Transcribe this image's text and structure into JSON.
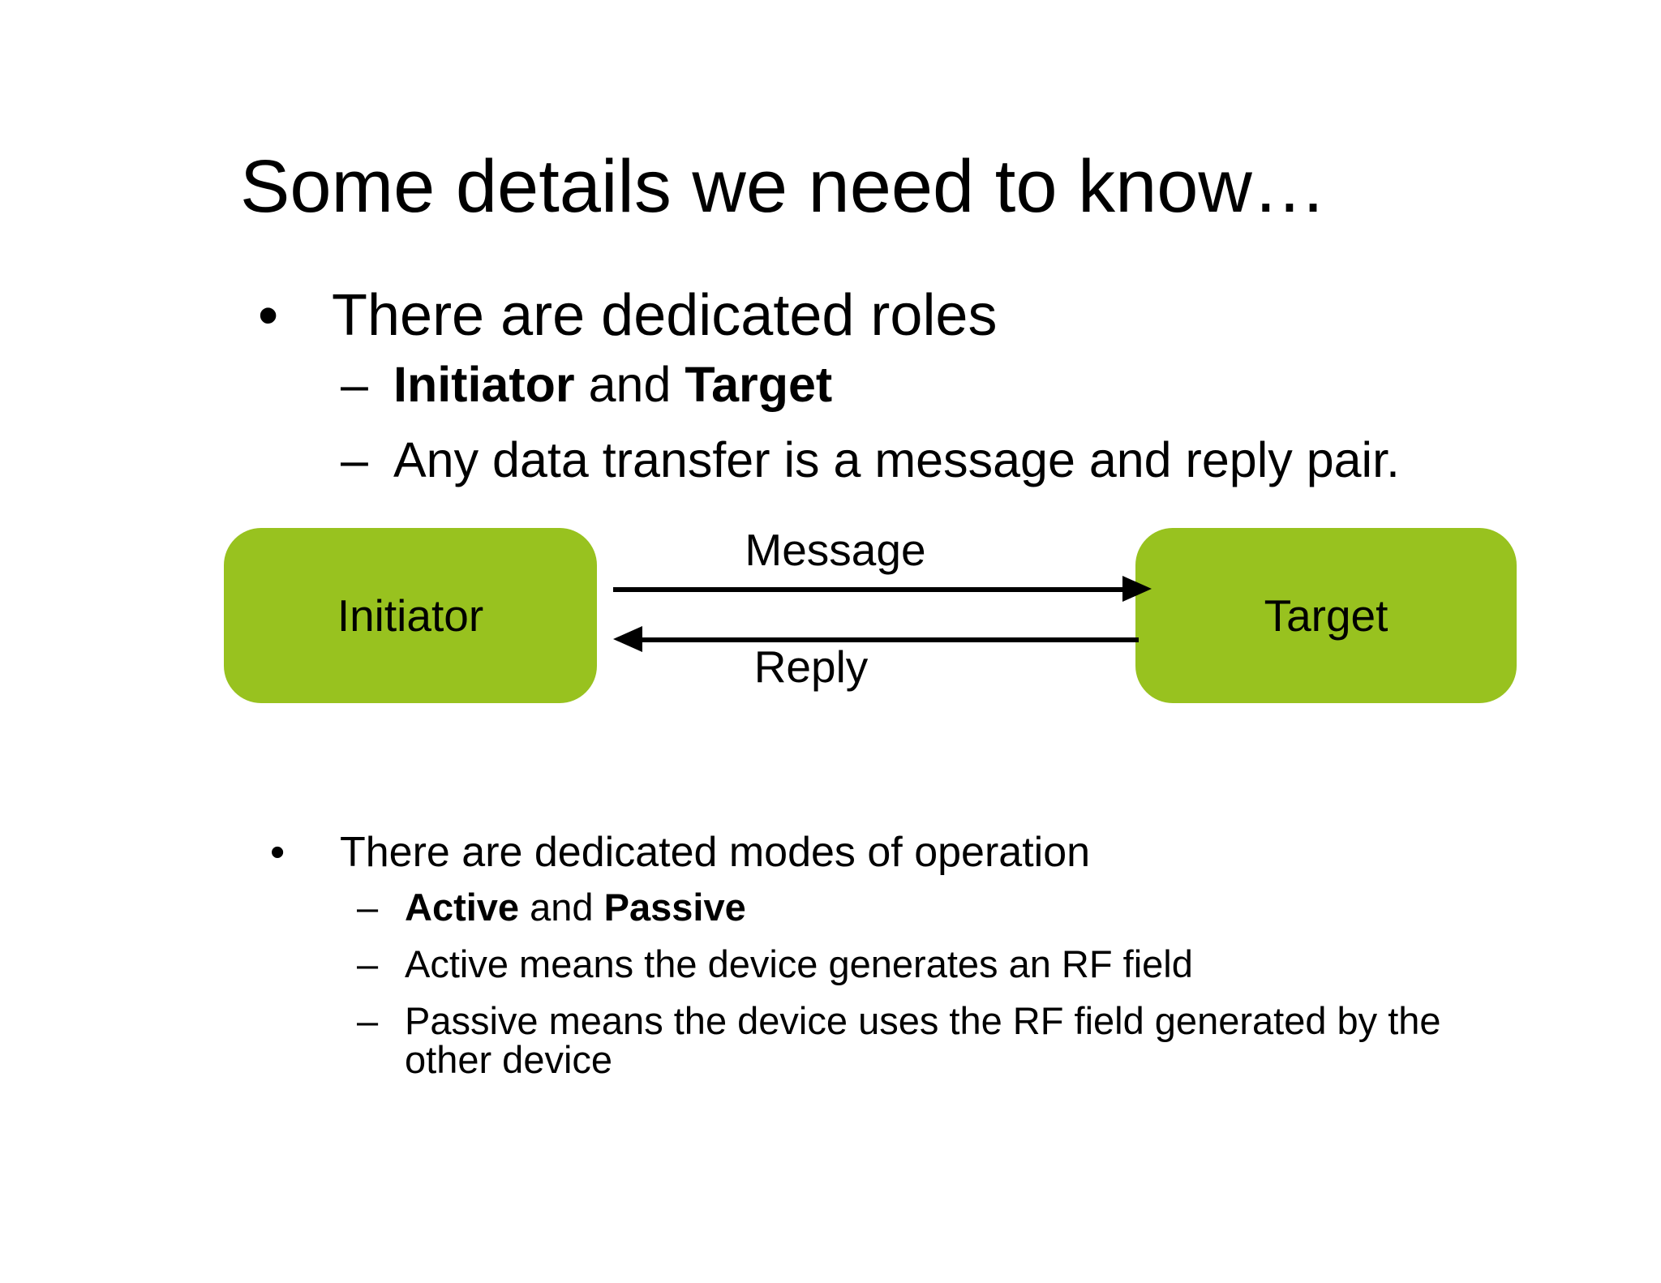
{
  "slide": {
    "title": "Some details we need to know…",
    "colors": {
      "background": "#FFFFFF",
      "text": "#000000",
      "box_green": "#98C21F",
      "arrow_black": "#000000"
    }
  },
  "markers": {
    "bullet": "•",
    "dash": "–"
  },
  "bullets_top": {
    "item": "There are dedicated roles",
    "sub_roles": {
      "bold1": "Initiator",
      "middle": " and ",
      "bold2": "Target"
    },
    "sub_transfer": "Any data transfer is a message and reply pair."
  },
  "diagram": {
    "initiator_label": "Initiator",
    "target_label": "Target",
    "message_label": "Message",
    "reply_label": "Reply"
  },
  "bullets_bottom": {
    "item": "There are dedicated modes of operation",
    "sub_modes": {
      "bold1": "Active",
      "middle": " and ",
      "bold2": "Passive"
    },
    "sub_active": "Active means the device generates an RF field",
    "sub_passive": "Passive means the device uses the RF field generated by the other device"
  }
}
